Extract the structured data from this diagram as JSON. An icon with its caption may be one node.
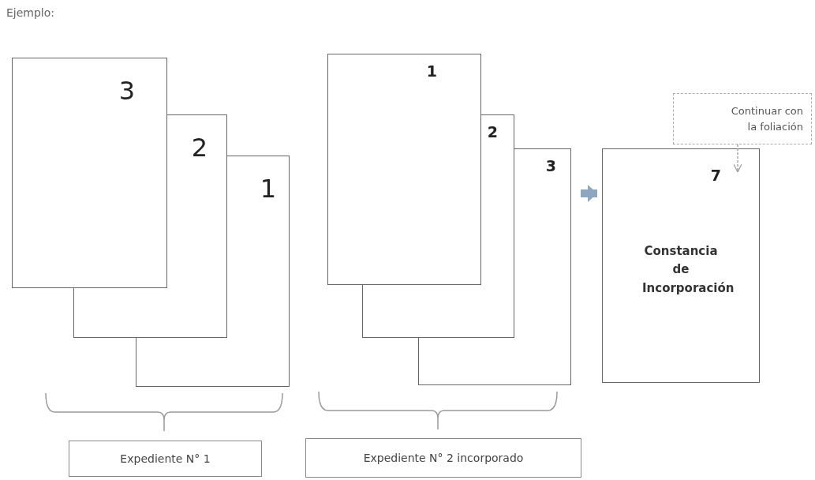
{
  "diagram": {
    "title": "Ejemplo:",
    "nodes": [
      {
        "text": [
          "3"
        ]
      },
      {
        "text": [
          "2"
        ]
      },
      {
        "text": [
          "1"
        ]
      },
      {
        "text": [
          "1"
        ]
      },
      {
        "text": [
          "2"
        ]
      },
      {
        "text": [
          "3"
        ]
      },
      {
        "text": [
          "Continuar con la foliación"
        ]
      },
      {
        "text": [
          "7",
          "Constancia de Incorporación"
        ]
      },
      {
        "text": [
          "Expediente N° 1"
        ]
      },
      {
        "text": [
          "Expediente N° 2 incorporado"
        ]
      }
    ],
    "edges": [
      {
        "from": 5,
        "to": 7,
        "arrow": "to",
        "style": "thick",
        "color": "#8fa6c0"
      },
      {
        "from": 6,
        "to": 7,
        "arrow": "to",
        "style": "dashed"
      }
    ]
  }
}
